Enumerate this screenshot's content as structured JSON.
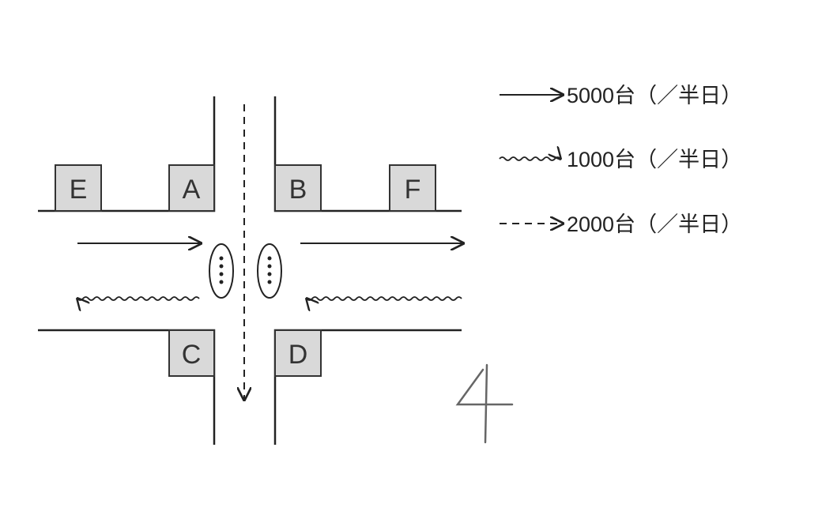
{
  "buildings": [
    {
      "id": "E",
      "label": "E"
    },
    {
      "id": "A",
      "label": "A"
    },
    {
      "id": "B",
      "label": "B"
    },
    {
      "id": "F",
      "label": "F"
    },
    {
      "id": "C",
      "label": "C"
    },
    {
      "id": "D",
      "label": "D"
    }
  ],
  "legend": {
    "solid": "5000台（／半日）",
    "wavy": "1000台（／半日）",
    "dashed": "2000台（／半日）"
  },
  "annotation": {
    "handwritten_number": "4"
  },
  "colors": {
    "building_fill": "#d9d9d9",
    "line": "#222222"
  }
}
